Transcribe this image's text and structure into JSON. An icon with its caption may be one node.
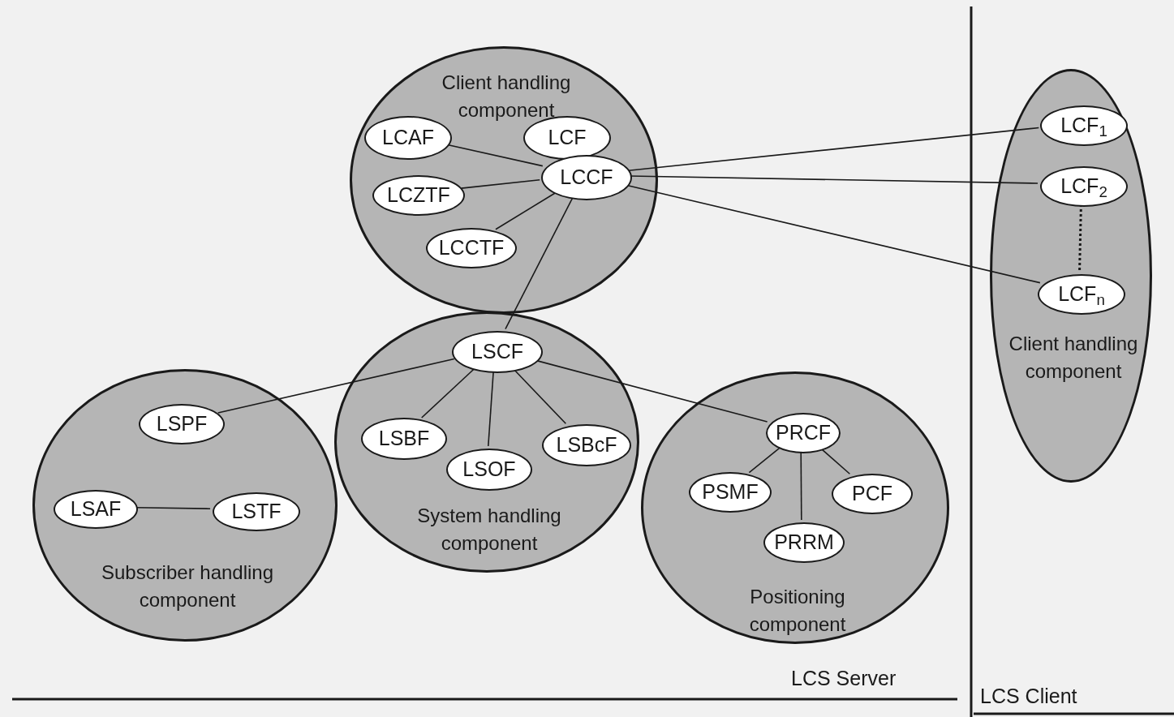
{
  "diagram": {
    "nodes": [
      {
        "text": [
          "Client handling component"
        ]
      },
      {
        "text": [
          "LCAF"
        ],
        "in": 0
      },
      {
        "text": [
          "LCF"
        ],
        "in": 0
      },
      {
        "text": [
          "LCCF"
        ],
        "in": 0
      },
      {
        "text": [
          "LCZTF"
        ],
        "in": 0
      },
      {
        "text": [
          "LCCTF"
        ],
        "in": 0
      },
      {
        "text": [
          "System handling component"
        ]
      },
      {
        "text": [
          "LSCF"
        ],
        "in": 6
      },
      {
        "text": [
          "LSBF"
        ],
        "in": 6
      },
      {
        "text": [
          "LSOF"
        ],
        "in": 6
      },
      {
        "text": [
          "LSBcF"
        ],
        "in": 6
      },
      {
        "text": [
          "Subscriber handling component"
        ]
      },
      {
        "text": [
          "LSPF"
        ],
        "in": 11
      },
      {
        "text": [
          "LSAF"
        ],
        "in": 11
      },
      {
        "text": [
          "LSTF"
        ],
        "in": 11
      },
      {
        "text": [
          "Positioning component"
        ]
      },
      {
        "text": [
          "PRCF"
        ],
        "in": 15
      },
      {
        "text": [
          "PSMF"
        ],
        "in": 15
      },
      {
        "text": [
          "PCF"
        ],
        "in": 15
      },
      {
        "text": [
          "PRRM"
        ],
        "in": 15
      },
      {
        "text": [
          "Client handling component"
        ]
      },
      {
        "text": [
          "LCF$_{1}$"
        ],
        "in": 20
      },
      {
        "text": [
          "LCF$_{2}$"
        ],
        "in": 20
      },
      {
        "text": [
          "LCF$_{n}$"
        ],
        "in": 20
      }
    ],
    "edges": [
      {
        "from": 1,
        "to": 3,
        "arrow": "none"
      },
      {
        "from": 4,
        "to": 3,
        "arrow": "none"
      },
      {
        "from": 5,
        "to": 3,
        "arrow": "none"
      },
      {
        "from": 3,
        "to": 21,
        "arrow": "none"
      },
      {
        "from": 3,
        "to": 22,
        "arrow": "none"
      },
      {
        "from": 3,
        "to": 23,
        "arrow": "none"
      },
      {
        "from": 3,
        "to": 7,
        "arrow": "none"
      },
      {
        "from": 7,
        "to": 12,
        "arrow": "none"
      },
      {
        "from": 7,
        "to": 8,
        "arrow": "none"
      },
      {
        "from": 7,
        "to": 9,
        "arrow": "none"
      },
      {
        "from": 7,
        "to": 10,
        "arrow": "none"
      },
      {
        "from": 7,
        "to": 16,
        "arrow": "none"
      },
      {
        "from": 13,
        "to": 14,
        "arrow": "none"
      },
      {
        "from": 16,
        "to": 17,
        "arrow": "none"
      },
      {
        "from": 16,
        "to": 19,
        "arrow": "none"
      },
      {
        "from": 16,
        "to": 18,
        "arrow": "none"
      },
      {
        "from": 22,
        "to": 23,
        "arrow": "none",
        "style": "dashed"
      }
    ],
    "labels": [
      "LCS Server",
      "LCS Client"
    ]
  }
}
